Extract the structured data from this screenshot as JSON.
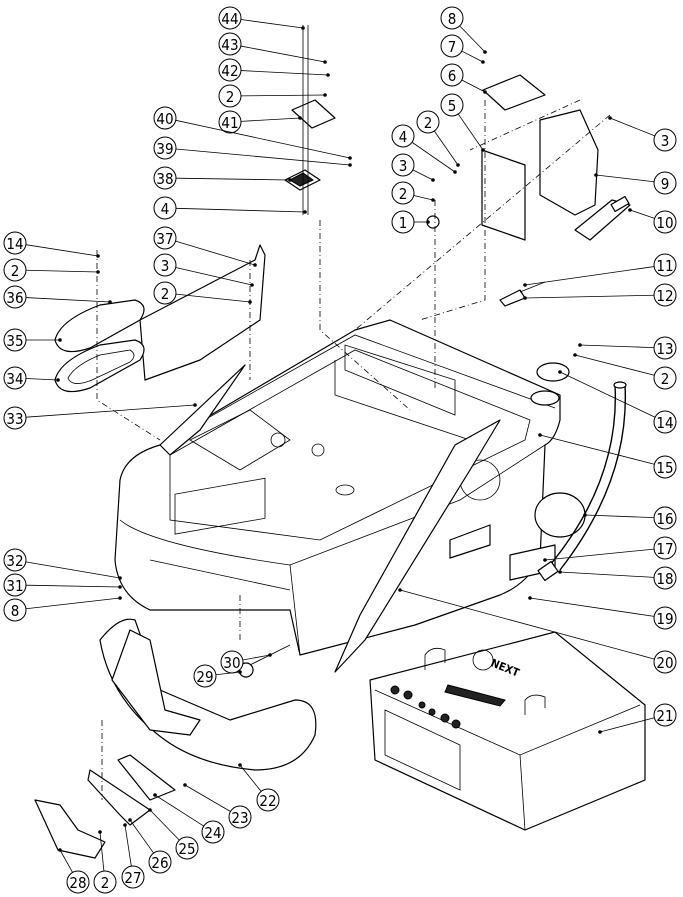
{
  "diagram": {
    "type": "exploded-parts-view",
    "battery_logo_text": "NEXT",
    "callouts": [
      {
        "label": "44"
      },
      {
        "label": "43"
      },
      {
        "label": "42"
      },
      {
        "label": "2"
      },
      {
        "label": "41"
      },
      {
        "label": "40"
      },
      {
        "label": "39"
      },
      {
        "label": "38"
      },
      {
        "label": "4"
      },
      {
        "label": "37"
      },
      {
        "label": "3"
      },
      {
        "label": "2"
      },
      {
        "label": "14"
      },
      {
        "label": "2"
      },
      {
        "label": "36"
      },
      {
        "label": "35"
      },
      {
        "label": "34"
      },
      {
        "label": "33"
      },
      {
        "label": "32"
      },
      {
        "label": "31"
      },
      {
        "label": "8"
      },
      {
        "label": "8"
      },
      {
        "label": "7"
      },
      {
        "label": "6"
      },
      {
        "label": "5"
      },
      {
        "label": "2"
      },
      {
        "label": "4"
      },
      {
        "label": "3"
      },
      {
        "label": "2"
      },
      {
        "label": "1"
      },
      {
        "label": "3"
      },
      {
        "label": "9"
      },
      {
        "label": "10"
      },
      {
        "label": "11"
      },
      {
        "label": "12"
      },
      {
        "label": "13"
      },
      {
        "label": "2"
      },
      {
        "label": "14"
      },
      {
        "label": "15"
      },
      {
        "label": "16"
      },
      {
        "label": "17"
      },
      {
        "label": "18"
      },
      {
        "label": "19"
      },
      {
        "label": "20"
      },
      {
        "label": "21"
      },
      {
        "label": "22"
      },
      {
        "label": "23"
      },
      {
        "label": "24"
      },
      {
        "label": "25"
      },
      {
        "label": "26"
      },
      {
        "label": "27"
      },
      {
        "label": "2"
      },
      {
        "label": "28"
      },
      {
        "label": "30"
      },
      {
        "label": "29"
      }
    ]
  }
}
